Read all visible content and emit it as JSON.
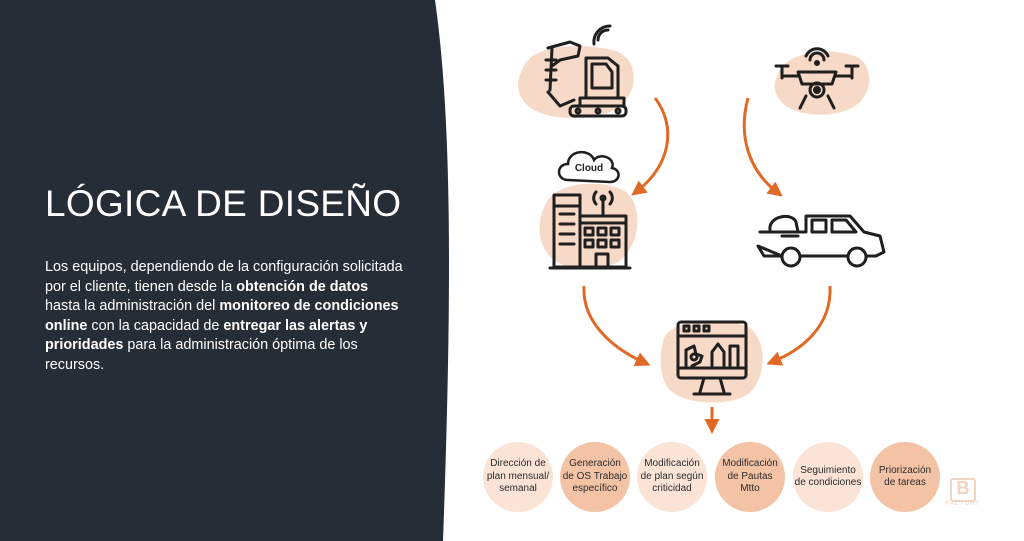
{
  "title": "LÓGICA DE DISEÑO",
  "description": [
    {
      "text": "Los equipos, dependiendo de la configuración solicitada por el cliente, tienen desde la ",
      "bold": false
    },
    {
      "text": "obtención de datos",
      "bold": true
    },
    {
      "text": " hasta la administración del ",
      "bold": false
    },
    {
      "text": "monitoreo de condiciones online",
      "bold": true
    },
    {
      "text": " con la capacidad de ",
      "bold": false
    },
    {
      "text": "entregar las alertas y prioridades",
      "bold": true
    },
    {
      "text": " para la administración óptima de los recursos.",
      "bold": false
    }
  ],
  "cloud_label": "Cloud",
  "outputs": [
    {
      "label": "Dirección de\nplan mensual/\nsemanal"
    },
    {
      "label": "Generación\nde OS Trabajo\nespecífico"
    },
    {
      "label": "Modificación\nde plan según\ncriticidad"
    },
    {
      "label": "Modificación\nde Pautas\nMtto"
    },
    {
      "label": "Seguimiento\nde condiciones"
    },
    {
      "label": "Priorización\nde tareas"
    }
  ],
  "icons": [
    "excavator-icon",
    "drone-icon",
    "cloud-icon",
    "building-antenna-icon",
    "pickup-truck-icon",
    "monitor-dashboard-icon"
  ],
  "brand": {
    "letter": "B",
    "text": "FACTORY"
  },
  "colors": {
    "panel": "#252d37",
    "arrow": "#e06a25",
    "blob": "#f7d9c7",
    "circle_light": "#fbe3d6",
    "circle_dark": "#f4c2a4"
  }
}
